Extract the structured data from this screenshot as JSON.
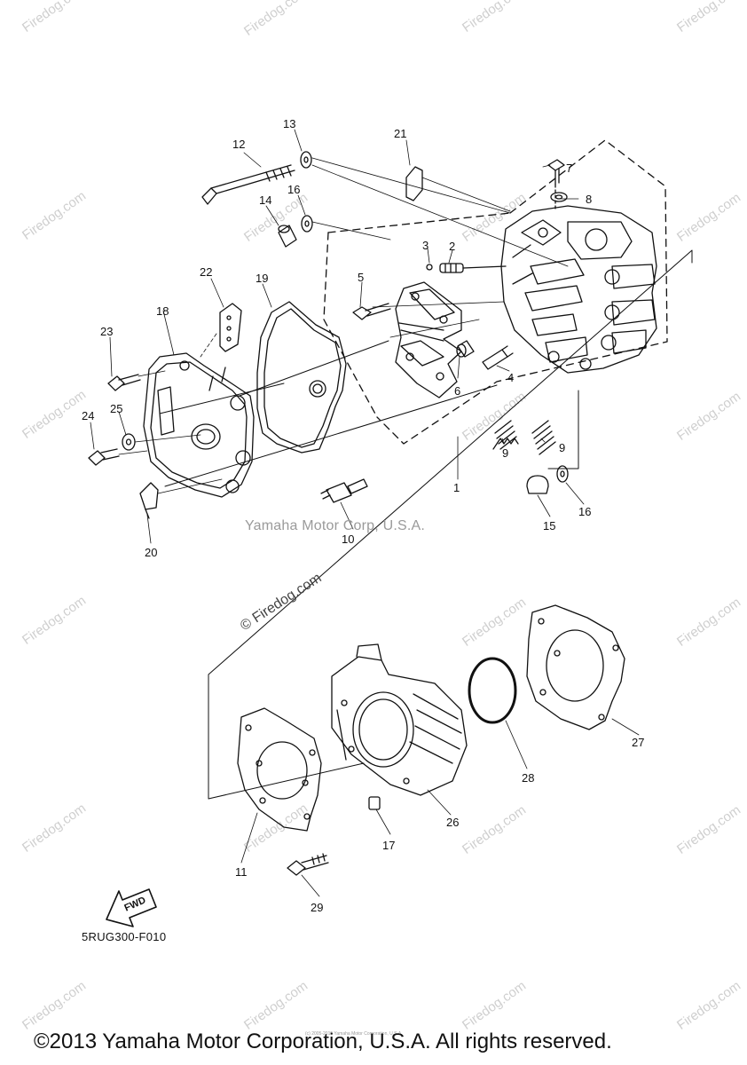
{
  "watermark": {
    "site": "Firedog.com",
    "diagram_mark": "© Firedog.com"
  },
  "credit_text": "Yamaha Motor Corp, U.S.A.",
  "diagram_code": "5RUG300-F010",
  "fwd_label": "FWD",
  "copyright": "©2013 Yamaha Motor Corporation, U.S.A. All rights reserved.",
  "fine_print": "(c) 2005-2015 Yamaha Motor Corporation, U.S.A.",
  "callouts": [
    "1",
    "2",
    "3",
    "4",
    "5",
    "6",
    "7",
    "8",
    "9",
    "9",
    "10",
    "11",
    "12",
    "13",
    "14",
    "15",
    "16",
    "16",
    "17",
    "18",
    "19",
    "20",
    "21",
    "22",
    "23",
    "24",
    "25",
    "26",
    "27",
    "28",
    "29"
  ]
}
